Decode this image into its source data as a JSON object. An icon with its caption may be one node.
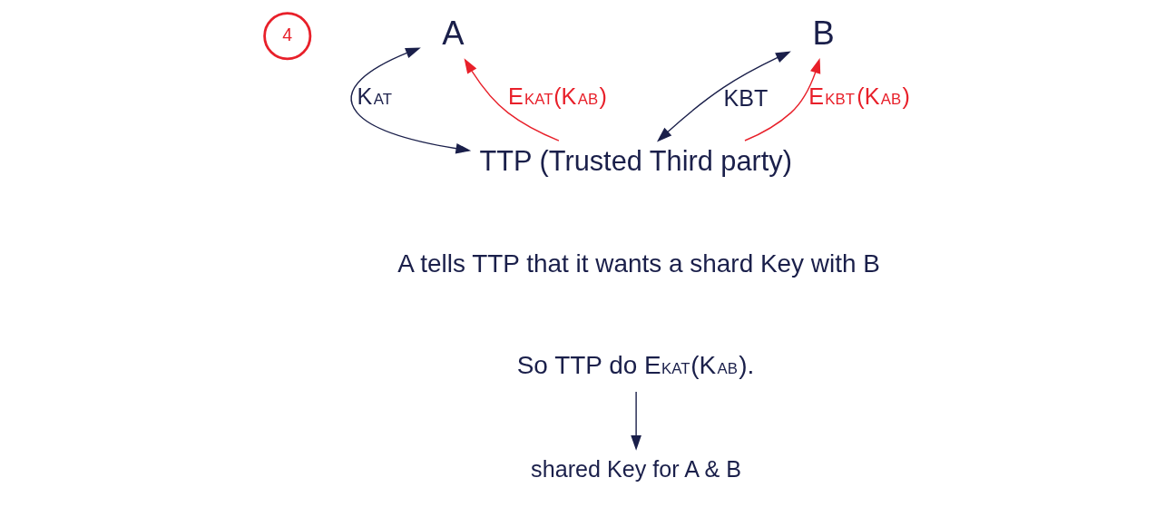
{
  "diagram": {
    "nodes": [
      {
        "text": [
          "4"
        ]
      },
      {
        "text": [
          "A"
        ]
      },
      {
        "text": [
          "B"
        ]
      },
      {
        "text": [
          "TTP (Trusted Third party)"
        ]
      },
      {
        "text": [
          "A tells TTP that it wants a shard Key with B"
        ]
      },
      {
        "text": [
          "So TTP do E$_{KAT}$(K$_{AB}$)."
        ]
      },
      {
        "text": [
          "shared Key for A & B"
        ]
      }
    ],
    "edges": [
      {
        "from": 1,
        "to": 3,
        "arrow": "both",
        "label": "K$_{AT}$",
        "color": "#1a1f4a"
      },
      {
        "from": 2,
        "to": 3,
        "arrow": "both",
        "label": "KBT",
        "color": "#1a1f4a"
      },
      {
        "from": 3,
        "to": 1,
        "arrow": "to",
        "label": "E$_{KAT}$(K$_{AB}$)",
        "color": "#e8202a"
      },
      {
        "from": 3,
        "to": 2,
        "arrow": "to",
        "label": "E$_{KBT}$(K$_{AB}$)",
        "color": "#e8202a"
      },
      {
        "from": 5,
        "to": 6,
        "arrow": "to",
        "color": "#1a1f4a"
      }
    ]
  }
}
